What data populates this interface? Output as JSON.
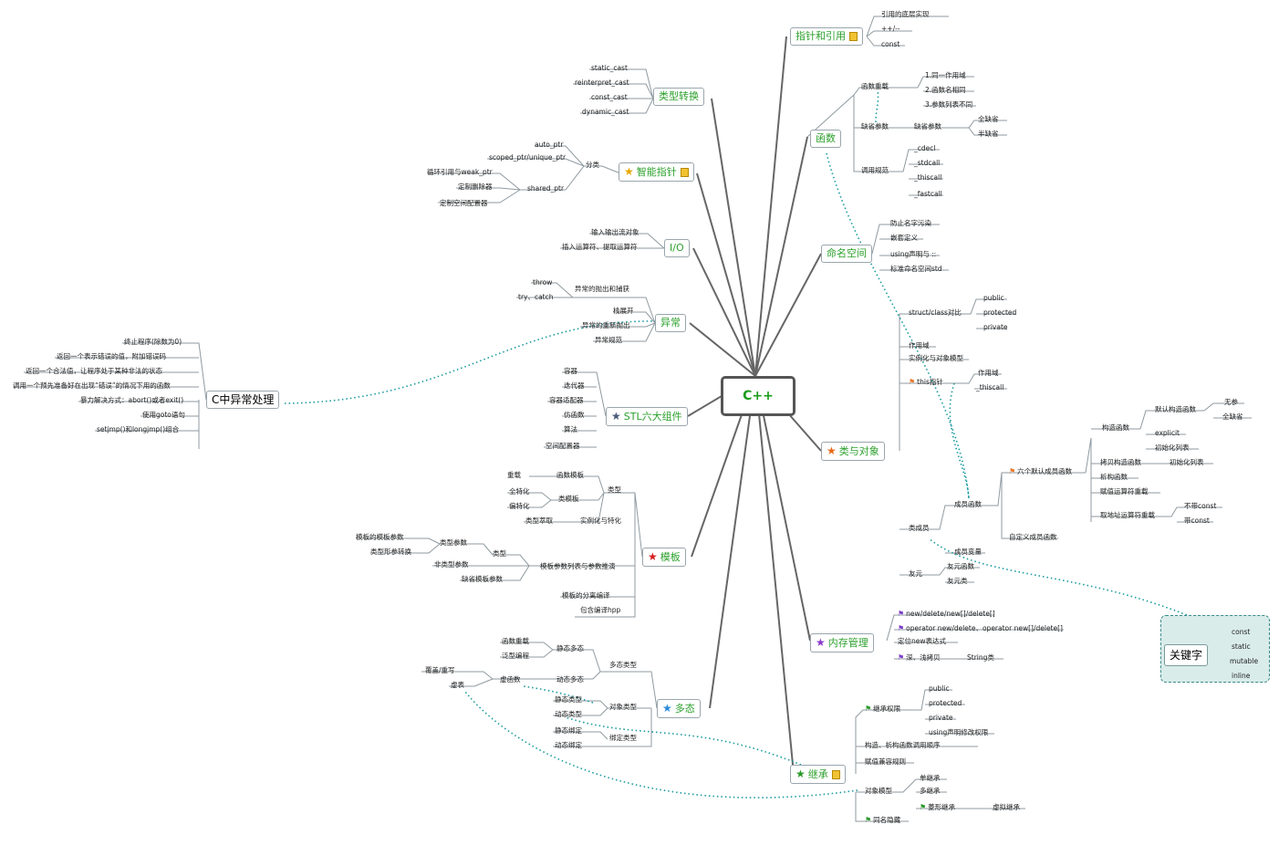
{
  "root": "C++",
  "pointer": {
    "title": "指针和引用",
    "items": [
      "引用的底层实现",
      "++/--",
      "const"
    ]
  },
  "cast": {
    "title": "类型转换",
    "items": [
      "static_cast",
      "reinterpret_cast",
      "const_cast",
      "dynamic_cast"
    ]
  },
  "smart": {
    "title": "智能指针",
    "group": "分类",
    "items": [
      "auto_ptr",
      "scoped_ptr/unique_ptr",
      "shared_ptr"
    ],
    "shared_children": [
      "循环引用与weak_ptr",
      "定制删除器",
      "定制空间配置器"
    ]
  },
  "io": {
    "title": "I/O",
    "items": [
      "输入输出流对象",
      "插入运算符、提取运算符"
    ]
  },
  "exc": {
    "title": "异常",
    "throwcatch": "异常的抛出和捕获",
    "throw": "throw",
    "trycatch": "try、catch",
    "items": [
      "栈展开",
      "异常的重新抛出",
      "异常规范"
    ]
  },
  "cexc": {
    "title": "C中异常处理",
    "items": [
      "终止程序(除数为0)",
      "返回一个表示错误的值，附加错误码",
      "返回一个合法值，让程序处于某种非法的状态",
      "调用一个预先准备好在出现“错误”的情况下用的函数",
      "暴力解决方式：abort()或者exit()",
      "使用goto语句",
      "setjmp()和longjmp()组合"
    ]
  },
  "stl": {
    "title": "STL六大组件",
    "items": [
      "容器",
      "迭代器",
      "容器适配器",
      "仿函数",
      "算法",
      "空间配置器"
    ]
  },
  "tmpl": {
    "title": "模板",
    "leiXing": "类型",
    "hanshu": "函数模板",
    "zhongzai": "重载",
    "leimoban": "类模板",
    "quanteh": "全特化",
    "pianteh": "偏特化",
    "leixingcuiqu": "类型萃取",
    "shili": "实例化与特化",
    "moban_param": "模板参数列表与参数推演",
    "leixingparam": "类型参数",
    "mobanmoban": "模板的模板参数",
    "leixing2": "类型形参转换",
    "feileixing": "非类型参数",
    "queshen": "缺省模板参数",
    "fenli": "模板的分离编译",
    "baohan": "包含编译hpp"
  },
  "poly": {
    "title": "多态",
    "leixing": "多态类型",
    "jingtai": "静态多态",
    "dongtai": "动态多态",
    "hanshuchongzai": "函数重载",
    "fanxing": "泛型编程",
    "xuhanshu": "虚函数",
    "fugai": "覆盖/重写",
    "xubiao": "虚表",
    "duixiang": "对象类型",
    "jt": "静态类型",
    "dt": "动态类型",
    "bangding": "绑定类型",
    "jb": "静态绑定",
    "db": "动态绑定"
  },
  "func": {
    "title": "函数",
    "chongzai": "函数重载",
    "c1": "1.同一作用域",
    "c2": "2.函数名相同",
    "c3": "3.参数列表不同",
    "queshen": "缺省参数",
    "queshen2": "缺省参数",
    "quan": "全缺省",
    "ban": "半缺省",
    "diaoyong": "调用规范",
    "d": [
      "_cdecl",
      "_stdcall",
      "_thiscall",
      "_fastcall"
    ]
  },
  "ns": {
    "title": "命名空间",
    "items": [
      "防止名字污染",
      "嵌套定义",
      "using声明与 ::",
      "标准命名空间std"
    ]
  },
  "cls": {
    "title": "类与对象",
    "struct": "struct/class对比",
    "access": [
      "public",
      "protected",
      "private"
    ],
    "zuoyongyu": "作用域",
    "shilihua": "实例化与对象模型",
    "this": "this指针",
    "zyy": "作用域",
    "thiscall": "_thiscall",
    "chengyuan": "类成员",
    "cyfunc": "成员函数",
    "liuge": "六个默认成员函数",
    "gouzao": "构造函数",
    "moren": "默认构造函数",
    "wancan": "无参",
    "quanqs": "全缺省",
    "explicit": "explicit",
    "chushihua": "初始化列表",
    "kaobei": "拷贝构造函数",
    "chushihua2": "初始化列表",
    "xigou": "析构函数",
    "fuzhi": "赋值运算符重载",
    "qudizhi": "取地址运算符重载",
    "bu": "不带const",
    "dai": "带const",
    "zidingyi": "自定义成员函数",
    "bianliang": "成员变量",
    "youyuan": "友元",
    "yyfunc": "友元函数",
    "yylei": "友元类"
  },
  "mem": {
    "title": "内存管理",
    "items": [
      "new/delete/new[]/delete[]",
      "operator new/delete、operator new[]/delete[]",
      "定位new表达式",
      "深、浅拷贝"
    ],
    "str": "String类"
  },
  "inherit": {
    "title": "继承",
    "quanxian": "继承权限",
    "pub": [
      "public",
      "protected",
      "private",
      "using声明修改权限"
    ],
    "gouzao": "构造、析构函数调用顺序",
    "fuzhi": "赋值兼容规则",
    "moxing": "对象模型",
    "dan": "单继承",
    "duo": "多继承",
    "lingxing": "菱形继承",
    "xuni": "虚拟继承",
    "tongming": "同名隐藏"
  },
  "kw": {
    "title": "关键字",
    "items": [
      "const",
      "static",
      "mutable",
      "inline"
    ]
  }
}
